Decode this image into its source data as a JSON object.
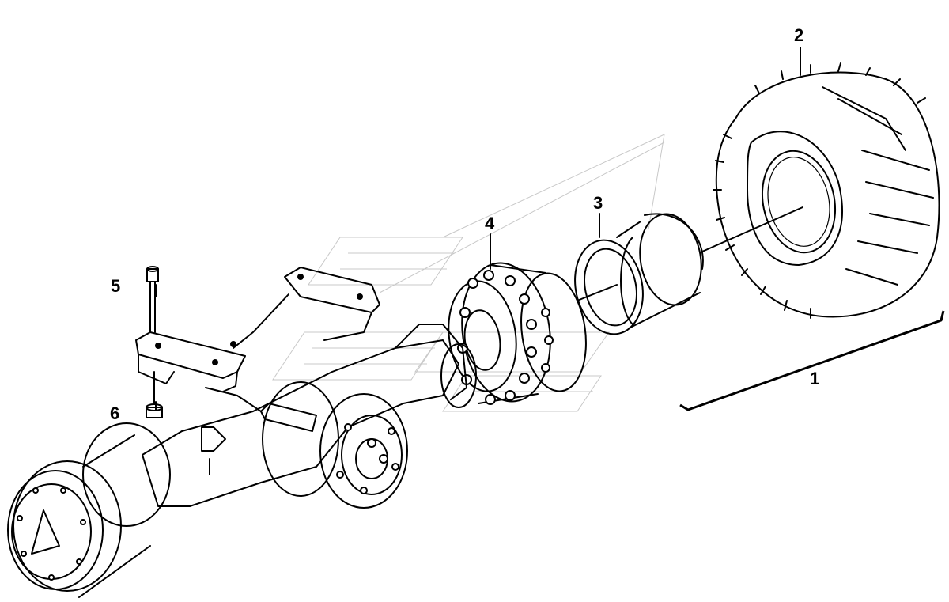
{
  "callouts": [
    {
      "id": "1",
      "part": "wheel-assembly"
    },
    {
      "id": "2",
      "part": "tire"
    },
    {
      "id": "3",
      "part": "rim-ring"
    },
    {
      "id": "4",
      "part": "wheel-hub"
    },
    {
      "id": "5",
      "part": "bolt"
    },
    {
      "id": "6",
      "part": "nut"
    }
  ],
  "colors": {
    "line": "#000000",
    "watermark": "#c8c8c8",
    "background": "#ffffff"
  }
}
